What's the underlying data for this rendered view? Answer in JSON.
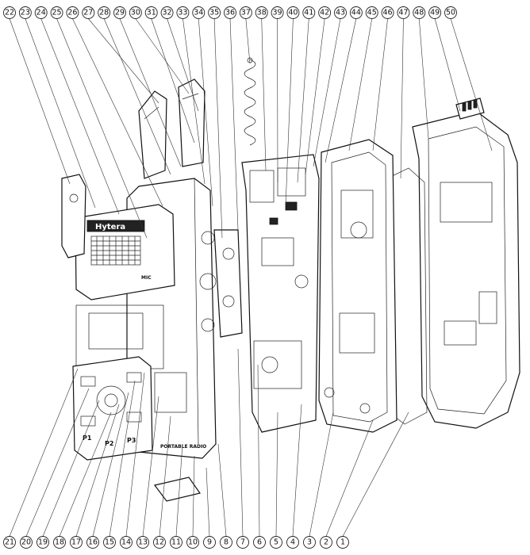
{
  "diagram": {
    "top_callouts": [
      "22",
      "23",
      "24",
      "25",
      "26",
      "27",
      "28",
      "29",
      "30",
      "31",
      "32",
      "33",
      "34",
      "35",
      "36",
      "37",
      "38",
      "39",
      "40",
      "41",
      "42",
      "43",
      "44",
      "45",
      "46",
      "47",
      "48",
      "49",
      "50"
    ],
    "bottom_callouts": [
      "21",
      "20",
      "19",
      "18",
      "17",
      "16",
      "15",
      "14",
      "13",
      "12",
      "11",
      "10",
      "9",
      "8",
      "7",
      "6",
      "5",
      "4",
      "3",
      "2",
      "1"
    ],
    "device_labels": {
      "brand": "Hytera",
      "key_p1": "P1",
      "key_p2": "P2",
      "key_p3": "P3",
      "side_label": "PORTABLE RADIO",
      "mic_label": "MIC"
    }
  }
}
